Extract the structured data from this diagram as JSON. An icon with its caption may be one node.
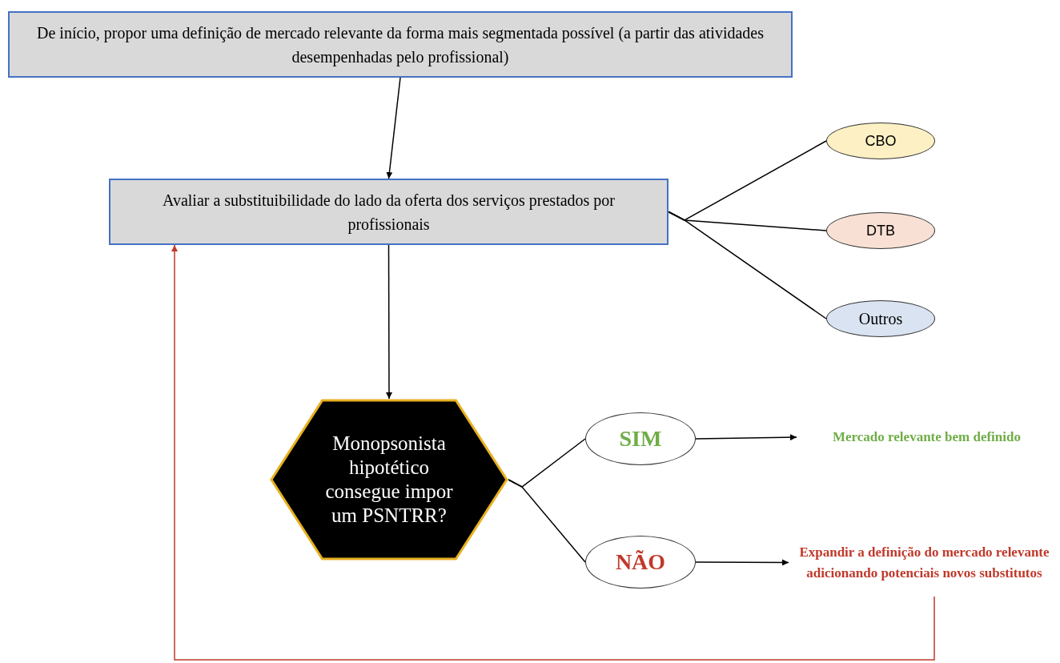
{
  "diagram": {
    "nodes": [
      {
        "text": [
          "De início, propor uma definição de mercado relevante da forma mais segmentada possível (a partir das atividades desempenhadas pelo profissional)"
        ]
      },
      {
        "text": [
          "Avaliar a substituibilidade do lado da oferta dos serviços prestados por profissionais"
        ]
      },
      {
        "text": [
          "CBO"
        ]
      },
      {
        "text": [
          "DTB"
        ]
      },
      {
        "text": [
          "Outros"
        ]
      },
      {
        "text": [
          "Monopsonista hipotético consegue impor um PSNTRR?"
        ]
      },
      {
        "text": [
          "SIM"
        ]
      },
      {
        "text": [
          "NÃO"
        ]
      },
      {
        "text": [
          "Mercado relevante bem definido"
        ]
      },
      {
        "text": [
          "Expandir a definição do mercado relevante adicionando potenciais novos substitutos"
        ]
      }
    ],
    "edges": [
      {
        "from": 0,
        "to": 1,
        "arrow": "to"
      },
      {
        "from": 1,
        "to": 2,
        "arrow": "none"
      },
      {
        "from": 1,
        "to": 3,
        "arrow": "none"
      },
      {
        "from": 1,
        "to": 4,
        "arrow": "none"
      },
      {
        "from": 1,
        "to": 5,
        "arrow": "to"
      },
      {
        "from": 5,
        "to": 6,
        "arrow": "none"
      },
      {
        "from": 5,
        "to": 7,
        "arrow": "none"
      },
      {
        "from": 6,
        "to": 8,
        "arrow": "to"
      },
      {
        "from": 7,
        "to": 9,
        "arrow": "to"
      },
      {
        "from": 9,
        "to": 1,
        "arrow": "to",
        "color": "#c0392b"
      }
    ]
  }
}
